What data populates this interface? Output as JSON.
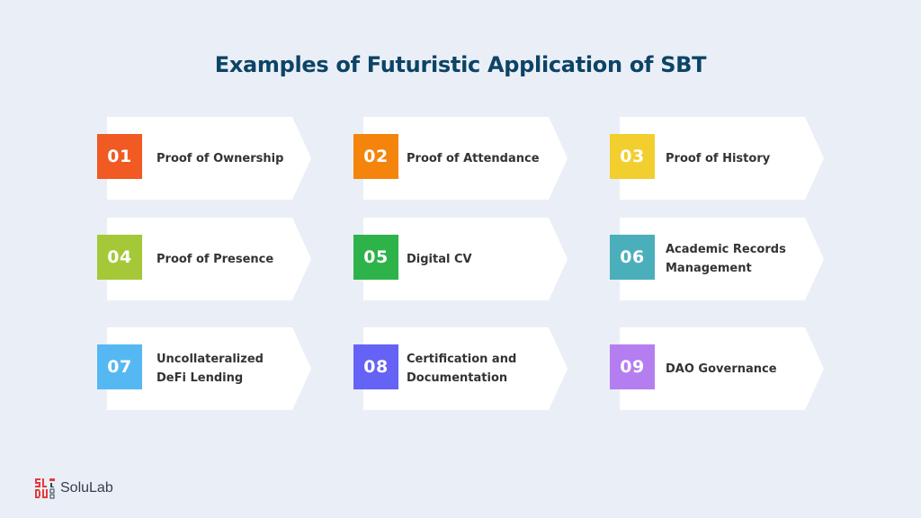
{
  "title": "Examples of Futuristic Application of SBT",
  "items": [
    {
      "number": "01",
      "label": "Proof of Ownership",
      "color": "#f15a22"
    },
    {
      "number": "02",
      "label": "Proof of Attendance",
      "color": "#f5840c"
    },
    {
      "number": "03",
      "label": "Proof of History",
      "color": "#f2cf2e"
    },
    {
      "number": "04",
      "label": "Proof of Presence",
      "color": "#a4c837"
    },
    {
      "number": "05",
      "label": "Digital CV",
      "color": "#2db34a"
    },
    {
      "number": "06",
      "label": "Academic Records Management",
      "color": "#4aafbb"
    },
    {
      "number": "07",
      "label": "Uncollateralized DeFi Lending",
      "color": "#55b8f2"
    },
    {
      "number": "08",
      "label": "Certification and Documentation",
      "color": "#6563f5"
    },
    {
      "number": "09",
      "label": "DAO Governance",
      "color": "#b57ef0"
    }
  ],
  "logo": {
    "text": "SoluLab",
    "icon": "solulab-logo-icon",
    "color": "#e63a3a"
  }
}
